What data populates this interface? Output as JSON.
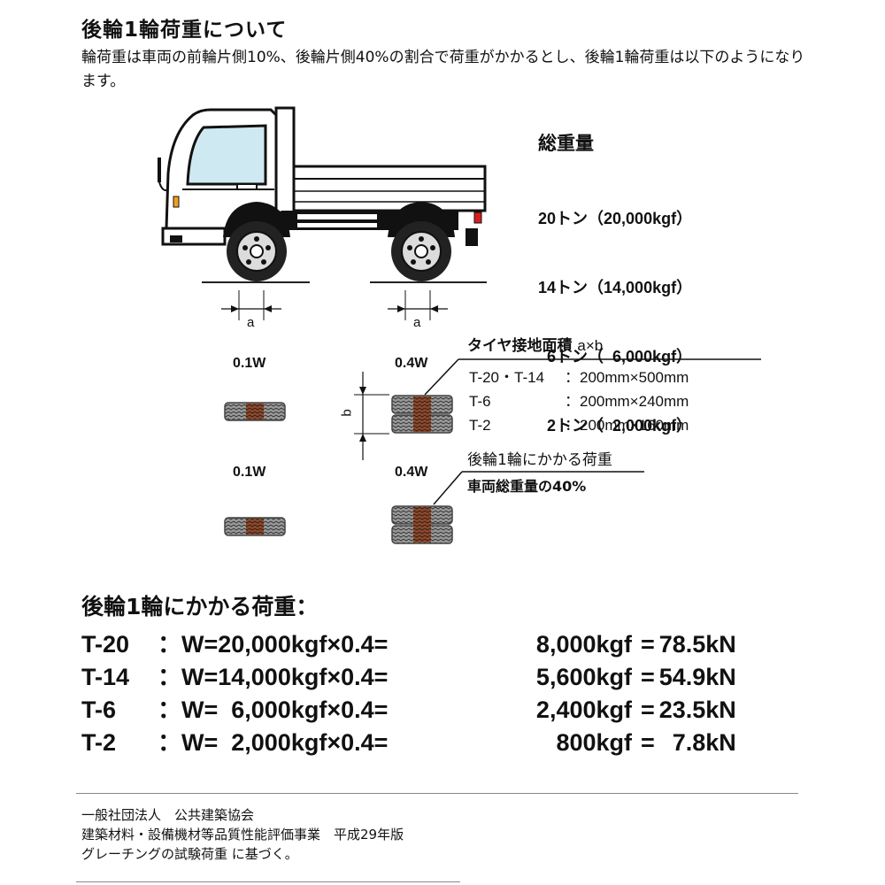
{
  "title": "後輪1輪荷重について",
  "intro": "輪荷重は車両の前輪片側10%、後輪片側40%の割合で荷重がかかるとし、後輪1輪荷重は以下のようになります。",
  "total_weight": {
    "title": "総重量",
    "items": [
      "20トン（20,000kgf）",
      "14トン（14,000kgf）",
      "  6トン（  6,000kgf）",
      "  2トン（  2,000kgf）"
    ]
  },
  "dims": {
    "a": "a",
    "b": "b"
  },
  "wheel_labels": {
    "front_top": "0.1W",
    "rear_top": "0.4W",
    "front_bottom": "0.1W",
    "rear_bottom": "0.4W"
  },
  "tire_area": {
    "title": "タイヤ接地面積",
    "formula": "a×b",
    "rows": [
      {
        "name": "T-20・T-14",
        "value": "：200mm×500mm"
      },
      {
        "name": "T-6",
        "value": "：200mm×240mm"
      },
      {
        "name": "T-2",
        "value": "：200mm×160mm"
      }
    ]
  },
  "rear_load": {
    "label": "後輪1輪にかかる荷重",
    "value": "車両総重量の40%"
  },
  "load_section": {
    "title": "後輪1輪にかかる荷重：",
    "rows": [
      {
        "type": "T-20",
        "formula": "：W=20,000kgf×0.4=",
        "kgf": "8,000kgf",
        "eq": "=",
        "kn": "78.5kN"
      },
      {
        "type": "T-14",
        "formula": "：W=14,000kgf×0.4=",
        "kgf": "5,600kgf",
        "eq": "=",
        "kn": "54.9kN"
      },
      {
        "type": "T-6",
        "formula": "：W=  6,000kgf×0.4=",
        "kgf": "2,400kgf",
        "eq": "=",
        "kn": "23.5kN"
      },
      {
        "type": "T-2",
        "formula": "：W=  2,000kgf×0.4=",
        "kgf": "800kgf",
        "eq": "=",
        "kn": "7.8kN"
      }
    ]
  },
  "footer": {
    "line1": "一般社団法人　公共建築協会",
    "line2": "建築材料・設備機材等品質性能評価事業　平成29年版",
    "line3": "グレーチングの試験荷重 に基づく。"
  },
  "colors": {
    "window": "#cfe9f2",
    "tire_tread": "#8c8c8c",
    "tire_contact": "#8a4a2e",
    "lamp": "#d62020",
    "lamp_orange": "#f0a020"
  }
}
